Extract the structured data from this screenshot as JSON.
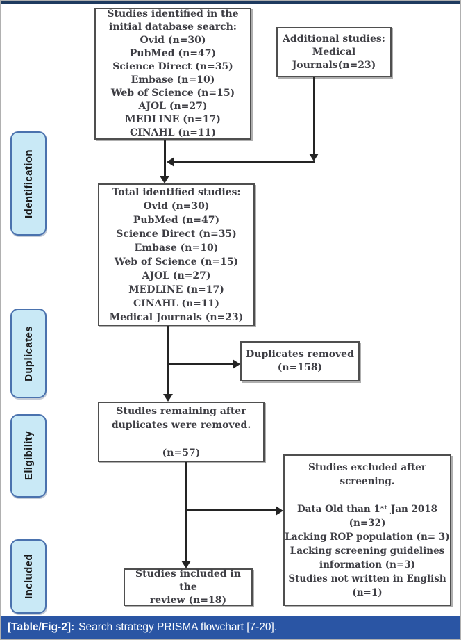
{
  "figure": {
    "caption_label": "[Table/Fig-2]:",
    "caption_text": "Search strategy PRISMA flowchart [7-20]."
  },
  "stages": {
    "identification": "Identification",
    "duplicates": "Duplicates",
    "eligibility": "Eligibility",
    "included": "Included"
  },
  "boxes": {
    "identified": {
      "lines": [
        "Studies identified in the",
        "initial database search:",
        "Ovid (n=30)",
        "PubMed (n=47)",
        "Science Direct (n=35)",
        "Embase (n=10)",
        "Web of Science (n=15)",
        "AJOL (n=27)",
        "MEDLINE (n=17)",
        "CINAHL (n=11)"
      ]
    },
    "additional": {
      "lines": [
        "Additional studies:",
        "Medical",
        "Journals(n=23)"
      ]
    },
    "total": {
      "lines": [
        "Total identified studies:",
        "Ovid (n=30)",
        "PubMed (n=47)",
        "Science Direct (n=35)",
        "Embase (n=10)",
        "Web of Science (n=15)",
        "AJOL (n=27)",
        "MEDLINE (n=17)",
        "CINAHL (n=11)",
        "Medical Journals (n=23)"
      ]
    },
    "duplicates_removed": {
      "lines": [
        "Duplicates removed",
        "(n=158)"
      ]
    },
    "remaining": {
      "lines": [
        "Studies remaining after",
        "duplicates were removed.",
        "",
        "(n=57)"
      ]
    },
    "excluded": {
      "lines": [
        "Studies excluded after",
        "screening.",
        "",
        "Data Old than 1ˢᵗ Jan 2018",
        "(n=32)",
        "Lacking ROP population (n= 3)",
        "Lacking screening guidelines",
        "information (n=3)",
        "Studies not written in English",
        "(n=1)"
      ]
    },
    "included": {
      "lines": [
        "Studies included in the",
        "review (n=18)"
      ]
    }
  },
  "colors": {
    "caption_bar": "#2a55a4",
    "top_rule": "#1e3a5f",
    "stage_fill": "#c9e9f6",
    "stage_border": "#4a72ae",
    "box_border": "#4f4f4f",
    "arrow": "#242424",
    "box_text": "#3e3e44"
  }
}
